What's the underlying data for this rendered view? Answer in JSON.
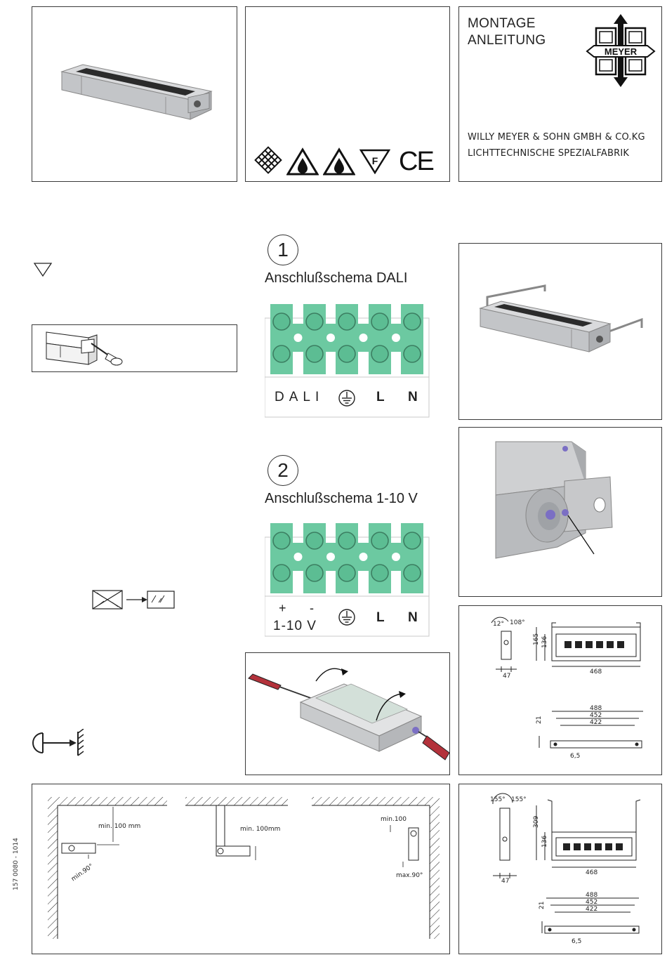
{
  "header": {
    "title_line1": "MONTAGE",
    "title_line2": "ANLEITUNG",
    "logo_text": "MEYER",
    "company_line1": "WILLY MEYER & SOHN GMBH & CO.KG",
    "company_line2": "LICHTTECHNISCHE SPEZIALFABRIK"
  },
  "certifications": {
    "icons": [
      "grid-diamond-icon",
      "flame-drop-warning-icon",
      "drop-warning-icon",
      "f-mark-icon",
      "ce-mark-icon"
    ],
    "ce_text": "CE",
    "f_text": "F"
  },
  "schema1": {
    "number": "1",
    "title": "Anschlußschema DALI",
    "labels": [
      "DALI",
      "L",
      "N"
    ],
    "terminal_color": "#6cc9a1"
  },
  "schema2": {
    "number": "2",
    "title": "Anschlußschema 1-10 V",
    "plus": "+",
    "minus": "-",
    "voltage": "1-10 V",
    "labels": [
      "L",
      "N"
    ],
    "terminal_color": "#6cc9a1"
  },
  "dimensions_a": {
    "angle1": "12°",
    "angle2": "108°",
    "h1": "165",
    "h2": "136",
    "w_side": "47",
    "w_front": "468",
    "l1": "488",
    "l2": "452",
    "l3": "422",
    "depth": "21",
    "hole": "6,5"
  },
  "dimensions_b": {
    "angle1": "155°",
    "angle2": "155°",
    "h1": "309",
    "h2": "136",
    "w_side": "47",
    "w_front": "468",
    "l1": "488",
    "l2": "452",
    "l3": "422",
    "depth": "21",
    "hole": "6,5"
  },
  "mounting": {
    "wall_min": "min. 100 mm",
    "wall_angle": "min.90°",
    "ceiling_min": "min. 100mm",
    "right_min": "min.100",
    "right_angle": "max.90°"
  },
  "footer": {
    "doc_number": "157 0080 - 1014"
  }
}
